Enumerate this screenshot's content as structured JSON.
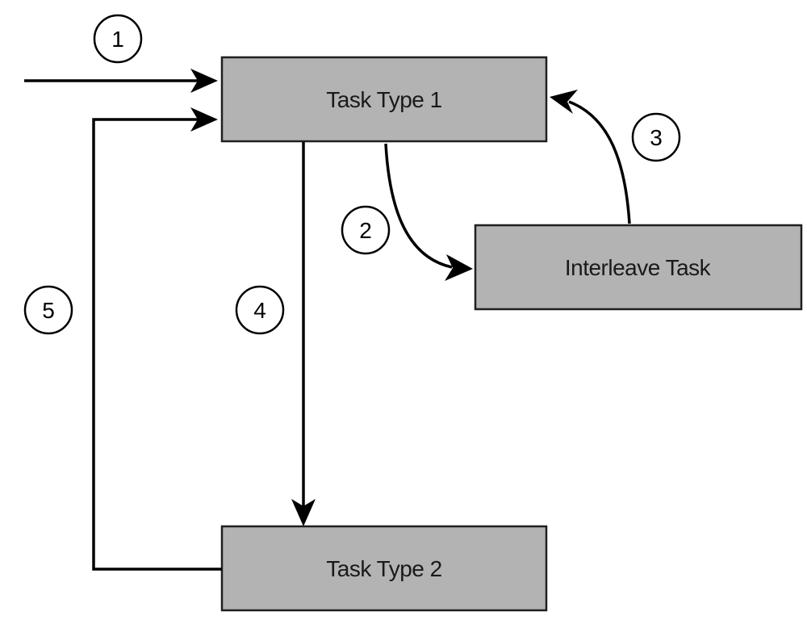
{
  "nodes": {
    "task_type_1": "Task Type 1",
    "interleave_task": "Interleave Task",
    "task_type_2": "Task Type 2"
  },
  "steps": {
    "s1": "1",
    "s2": "2",
    "s3": "3",
    "s4": "4",
    "s5": "5"
  },
  "colors": {
    "node_fill": "#b3b3b4",
    "node_border": "#1f1f1f",
    "edge": "#000000"
  }
}
